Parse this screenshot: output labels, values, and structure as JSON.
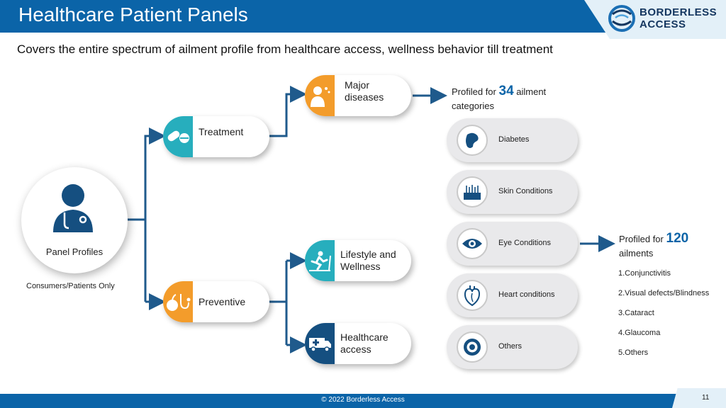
{
  "header": {
    "title": "Healthcare Patient Panels",
    "logo_line1": "BORDERLESS",
    "logo_line2": "ACCESS"
  },
  "subtitle": "Covers the entire spectrum of ailment profile from healthcare access, wellness behavior till treatment",
  "panel": {
    "label": "Panel Profiles",
    "caption": "Consumers/Patients Only"
  },
  "branches": {
    "treatment": "Treatment",
    "preventive": "Preventive",
    "major_diseases": "Major\ndiseases",
    "lifestyle": "Lifestyle and\nWellness",
    "healthcare_access": "Healthcare\naccess"
  },
  "profiled_categories": {
    "prefix": "Profiled for",
    "number": "34",
    "suffix": "ailment",
    "line2": "categories"
  },
  "ailments": [
    {
      "label": "Diabetes",
      "icon": "pancreas-icon"
    },
    {
      "label": "Skin Conditions",
      "icon": "skin-icon"
    },
    {
      "label": "Eye Conditions",
      "icon": "eye-icon"
    },
    {
      "label": "Heart conditions",
      "icon": "heart-icon"
    },
    {
      "label": "Others",
      "icon": "target-icon"
    }
  ],
  "profiled_ailments": {
    "prefix": "Profiled for",
    "number": "120",
    "line2": "ailments",
    "items": [
      "1.Conjunctivitis",
      "2.Visual defects/Blindness",
      "3.Cataract",
      "4.Glaucoma",
      "5.Others"
    ]
  },
  "footer": {
    "copyright": "© 2022 Borderless Access",
    "page": "11"
  },
  "colors": {
    "brand_blue": "#0b64a8",
    "teal": "#27aebd",
    "orange": "#f39c2b",
    "navy": "#154f80",
    "connector": "#1f5a8c"
  }
}
